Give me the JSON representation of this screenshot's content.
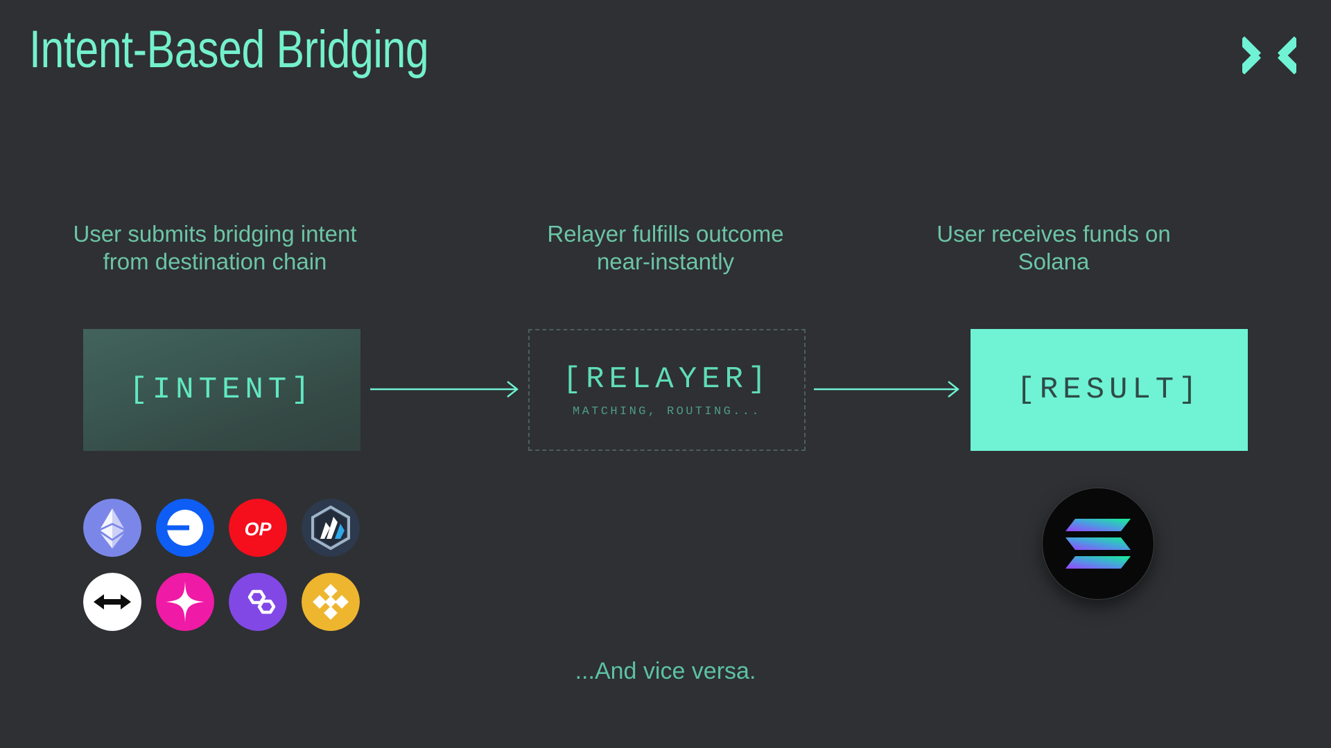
{
  "header": {
    "title": "Intent-Based Bridging",
    "logo_icon": "x-mark-logo-icon",
    "accent_color": "#74f0cd"
  },
  "theme": {
    "background": "#2e3033",
    "accent_mint": "#6ff3d4",
    "caption_green": "#6cc5a5",
    "dashed_border": "#4d5f5b"
  },
  "steps": [
    {
      "caption": "User submits bridging intent from destination chain",
      "caption_lines": [
        "User submits bridging intent",
        "from destination chain"
      ],
      "box_label": "[INTENT]",
      "box_sub": "",
      "box_style": "gradient-filled"
    },
    {
      "caption": "Relayer fulfills outcome near-instantly",
      "caption_lines": [
        "Relayer fulfills outcome",
        "near-instantly"
      ],
      "box_label": "[RELAYER]",
      "box_sub": "MATCHING, ROUTING...",
      "box_style": "dashed-outline"
    },
    {
      "caption": "User receives funds on Solana",
      "caption_lines": [
        "User receives funds on",
        "Solana"
      ],
      "box_label": "[RESULT]",
      "box_sub": "",
      "box_style": "solid-mint"
    }
  ],
  "arrows": [
    {
      "name": "arrow-intent-to-relayer",
      "direction": "right",
      "color": "#6ff3d4"
    },
    {
      "name": "arrow-relayer-to-result",
      "direction": "right",
      "color": "#6ff3d4"
    }
  ],
  "source_chains": [
    {
      "name": "Ethereum",
      "icon": "ethereum-logo-icon",
      "color": "#7b87e8"
    },
    {
      "name": "Base",
      "icon": "base-logo-icon",
      "color": "#0e5ef6"
    },
    {
      "name": "Optimism",
      "icon": "optimism-logo-icon",
      "color": "#f50e1c"
    },
    {
      "name": "Arbitrum",
      "icon": "arbitrum-logo-icon",
      "color": "#2d3a4d"
    },
    {
      "name": "Across",
      "icon": "across-logo-icon",
      "color": "#ffffff"
    },
    {
      "name": "Linea",
      "icon": "linea-logo-icon",
      "color": "#ef1aa5"
    },
    {
      "name": "Polygon",
      "icon": "polygon-logo-icon",
      "color": "#8148e6"
    },
    {
      "name": "BNB Chain",
      "icon": "bnb-logo-icon",
      "color": "#eeb52e"
    }
  ],
  "destination_chain": {
    "name": "Solana",
    "icon": "solana-logo-icon",
    "color": "#000000"
  },
  "footer": {
    "note": "...And vice versa."
  }
}
